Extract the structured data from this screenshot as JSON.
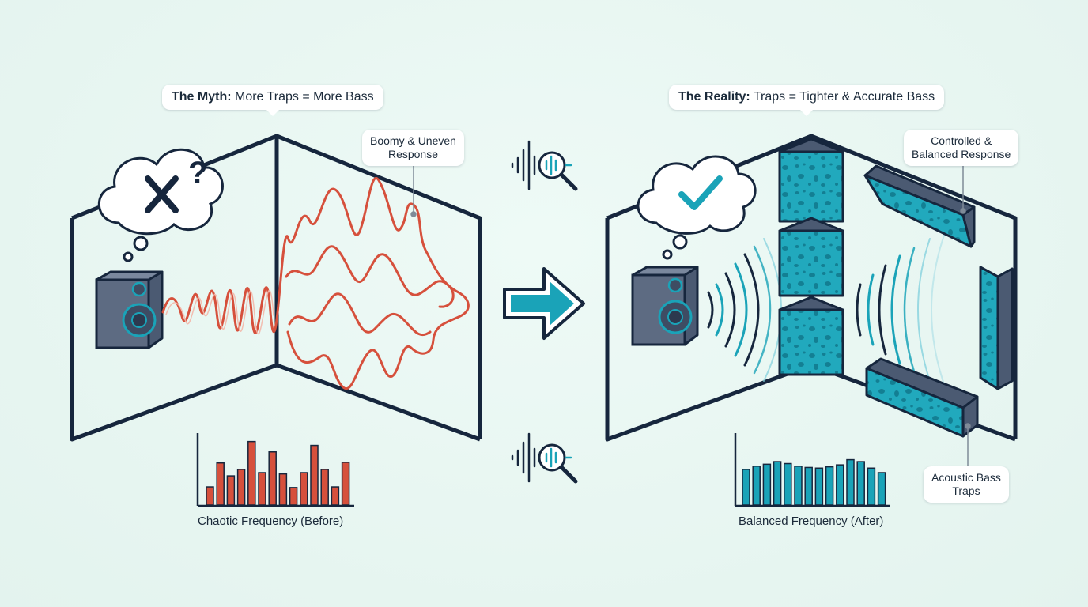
{
  "left_panel": {
    "title_bold": "The Myth:",
    "title_rest": "More Traps = More Bass",
    "callout": [
      "Boomy & Uneven",
      "Response"
    ],
    "caption": "Chaotic Frequency (Before)",
    "histogram_levels": [
      0.28,
      0.65,
      0.45,
      0.55,
      0.98,
      0.5,
      0.82,
      0.48,
      0.27,
      0.5,
      0.92,
      0.55,
      0.28,
      0.66
    ],
    "wave_color": "#d6503c"
  },
  "right_panel": {
    "title_bold": "The Reality:",
    "title_rest": "Traps = Tighter & Accurate Bass",
    "callout_top": [
      "Controlled &",
      "Balanced Response"
    ],
    "callout_bottom": [
      "Acoustic Bass",
      "Traps"
    ],
    "caption": "Balanced Frequency (After)",
    "histogram_levels": [
      0.55,
      0.6,
      0.63,
      0.67,
      0.64,
      0.6,
      0.58,
      0.57,
      0.59,
      0.62,
      0.7,
      0.67,
      0.57,
      0.5
    ],
    "accent_color": "#1aa3b8"
  },
  "colors": {
    "outline": "#16263d",
    "accent": "#1aa3b8",
    "wave": "#d6503c"
  },
  "icons": [
    "thought-bubble-x-icon",
    "speaker-icon",
    "arrow-right-icon",
    "waveform-magnifier-icon",
    "thought-bubble-check-icon",
    "bass-trap-icon"
  ]
}
